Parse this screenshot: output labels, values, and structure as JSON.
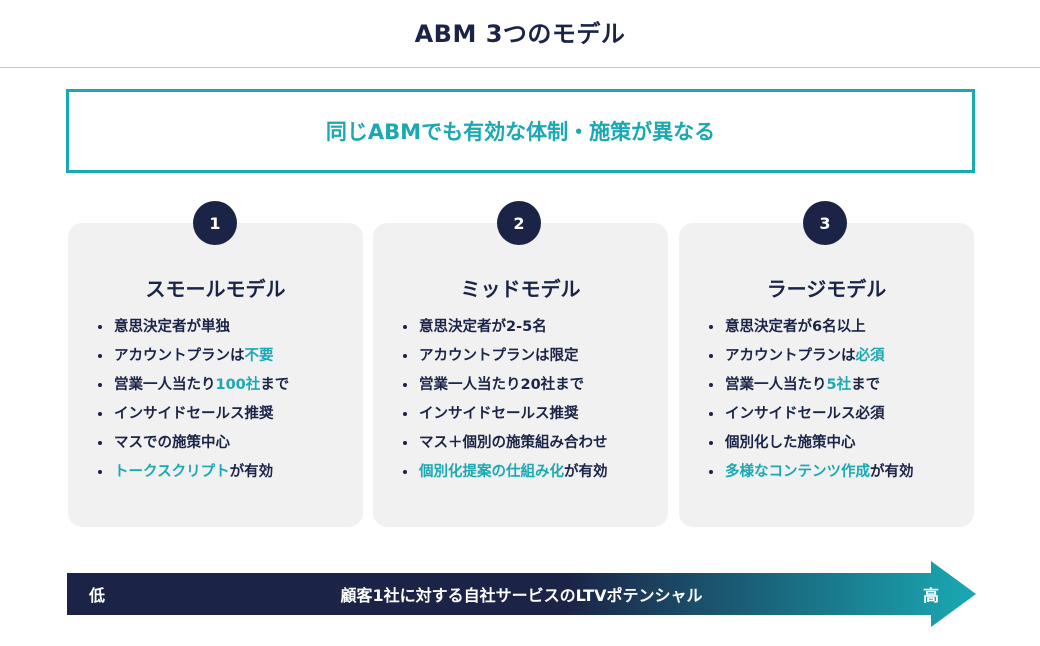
{
  "title": "ABM 3つのモデル",
  "banner": "同じABMでも有効な体制・施策が異なる",
  "colors": {
    "navy": "#1b2447",
    "teal": "#1aa9b3",
    "card": "#f1f1f1"
  },
  "cards": [
    {
      "number": "1",
      "title": "スモールモデル",
      "items": [
        [
          {
            "t": "意思決定者が単独"
          }
        ],
        [
          {
            "t": "アカウントプランは"
          },
          {
            "t": "不要",
            "hl": true
          }
        ],
        [
          {
            "t": "営業一人当たり"
          },
          {
            "t": "100社",
            "hl": true
          },
          {
            "t": "まで"
          }
        ],
        [
          {
            "t": "インサイドセールス推奨"
          }
        ],
        [
          {
            "t": "マスでの施策中心"
          }
        ],
        [
          {
            "t": "トークスクリプト",
            "hl": true
          },
          {
            "t": "が有効"
          }
        ]
      ]
    },
    {
      "number": "2",
      "title": "ミッドモデル",
      "items": [
        [
          {
            "t": "意思決定者が2-5名"
          }
        ],
        [
          {
            "t": "アカウントプランは限定"
          }
        ],
        [
          {
            "t": "営業一人当たり20社まで"
          }
        ],
        [
          {
            "t": "インサイドセールス推奨"
          }
        ],
        [
          {
            "t": "マス＋個別の施策組み合わせ"
          }
        ],
        [
          {
            "t": "個別化提案の仕組み化",
            "hl": true
          },
          {
            "t": "が有効"
          }
        ]
      ]
    },
    {
      "number": "3",
      "title": "ラージモデル",
      "items": [
        [
          {
            "t": "意思決定者が6名以上"
          }
        ],
        [
          {
            "t": "アカウントプランは"
          },
          {
            "t": "必須",
            "hl": true
          }
        ],
        [
          {
            "t": "営業一人当たり"
          },
          {
            "t": "5社",
            "hl": true
          },
          {
            "t": "まで"
          }
        ],
        [
          {
            "t": "インサイドセールス必須"
          }
        ],
        [
          {
            "t": "個別化した施策中心"
          }
        ],
        [
          {
            "t": "多様なコンテンツ作成",
            "hl": true
          },
          {
            "t": "が有効"
          }
        ]
      ]
    }
  ],
  "arrow": {
    "low": "低",
    "label": "顧客1社に対する自社サービスのLTVポテンシャル",
    "high": "高"
  }
}
